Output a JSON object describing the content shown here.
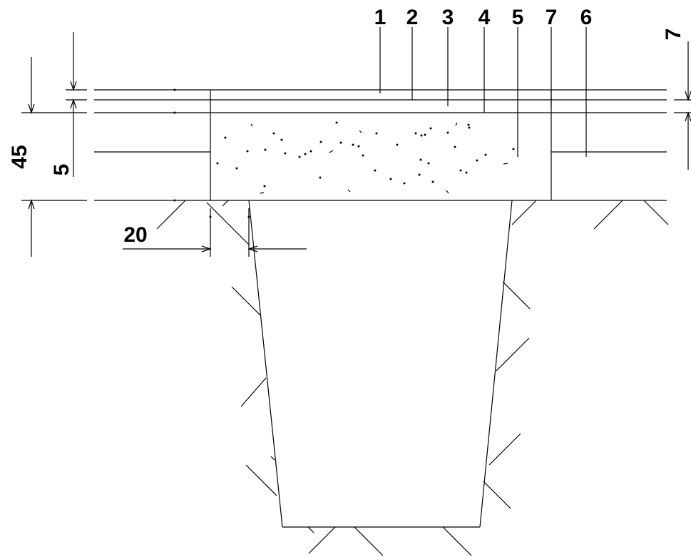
{
  "callouts": [
    "1",
    "2",
    "3",
    "4",
    "5",
    "7",
    "6"
  ],
  "dimensions": {
    "top_layers": "7",
    "total_thickness": "45",
    "layer": "5",
    "offset": "20"
  }
}
